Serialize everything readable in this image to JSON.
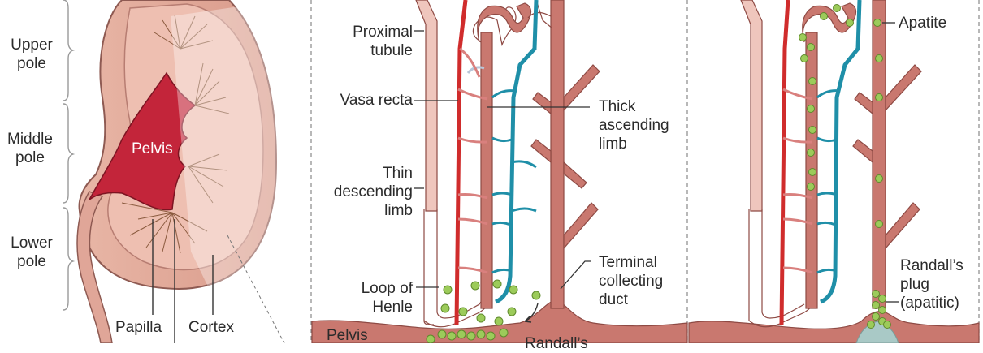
{
  "panel_left": {
    "brackets": [
      {
        "line1": "Upper",
        "line2": "pole"
      },
      {
        "line1": "Middle",
        "line2": "pole"
      },
      {
        "line1": "Lower",
        "line2": "pole"
      }
    ],
    "pelvis": "Pelvis",
    "papilla": "Papilla",
    "cortex": "Cortex"
  },
  "panel_middle": {
    "proximal_tubule": {
      "line1": "Proximal",
      "line2": "tubule"
    },
    "vasa_recta": "Vasa recta",
    "thick_ascending_limb": {
      "line1": "Thick",
      "line2": "ascending",
      "line3": "limb"
    },
    "thin_descending_limb": {
      "line1": "Thin",
      "line2": "descending",
      "line3": "limb"
    },
    "terminal_collecting_duct": {
      "line1": "Terminal",
      "line2": "collecting",
      "line3": "duct"
    },
    "loop_of_henle": {
      "line1": "Loop of",
      "line2": "Henle"
    },
    "pelvis": "Pelvis",
    "randalls_cut": "Randall’s"
  },
  "panel_right": {
    "apatite": "Apatite",
    "randalls_plug": {
      "line1": "Randall’s",
      "line2": "plug",
      "line3": "(apatitic)"
    }
  },
  "colors": {
    "tubule": "#c9786f",
    "tubule_dark": "#8e4a44",
    "artery": "#d02c2c",
    "vein": "#1f8fa8",
    "kidney_pelvis": "#c3253a",
    "kidney_tissue": "#e7b3a6",
    "crystal": "#9ccb5a",
    "plug": "#a9c9c6"
  }
}
